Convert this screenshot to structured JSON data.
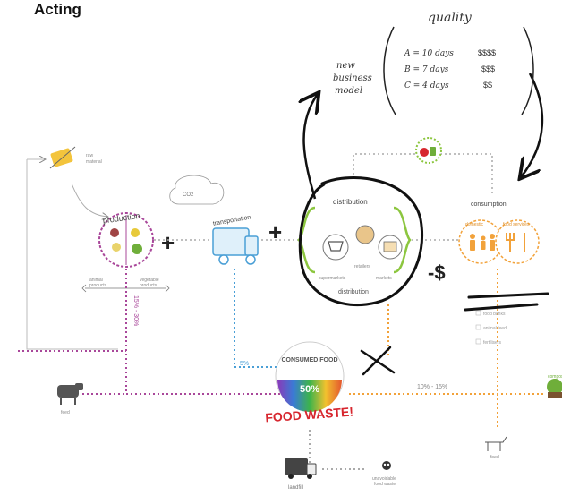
{
  "title": "Acting",
  "quality": {
    "heading": "quality",
    "rows": [
      {
        "grade": "A = 10 days",
        "marks": "$$$$"
      },
      {
        "grade": "B = 7 days",
        "marks": "$$$"
      },
      {
        "grade": "C = 4 days",
        "marks": "$$"
      }
    ]
  },
  "business_note": [
    "new",
    "business",
    "model"
  ],
  "raw_material": [
    "raw",
    "material"
  ],
  "production": {
    "label": "production",
    "left": [
      "animal",
      "products"
    ],
    "right": [
      "vegetable",
      "products"
    ]
  },
  "transportation": {
    "label": "transportation",
    "co2": "CO2"
  },
  "distribution": {
    "label": "distribution",
    "labels": [
      "retailers",
      "supermarkets",
      "markets",
      "distribution"
    ]
  },
  "consumption": {
    "label": "consumption",
    "left": "domestic",
    "right": "food services",
    "notes": [
      "food banks",
      "animal feed",
      "fertilisers"
    ]
  },
  "symbols": {
    "plus": "+",
    "minus_money": "-$"
  },
  "percentages": {
    "production_loss": "15% - 30%",
    "transport_loss": "5%",
    "consumption_loss": "10% - 15%"
  },
  "waste": {
    "top": "CONSUMED FOOD",
    "percent": "50%",
    "bottom": "FOOD WASTE!"
  },
  "feed_labels": {
    "left": "feed",
    "right": "feed",
    "compost": "compost"
  },
  "landfill": {
    "label": "landfill",
    "unavoidable": [
      "unavoidable",
      "food waste"
    ]
  },
  "colors": {
    "production": "#a9479a",
    "transport": "#4a9fd6",
    "distribution": "#8cc63f",
    "consumption": "#f2a23a",
    "waste_red": "#d7262e",
    "gray": "#999999"
  }
}
